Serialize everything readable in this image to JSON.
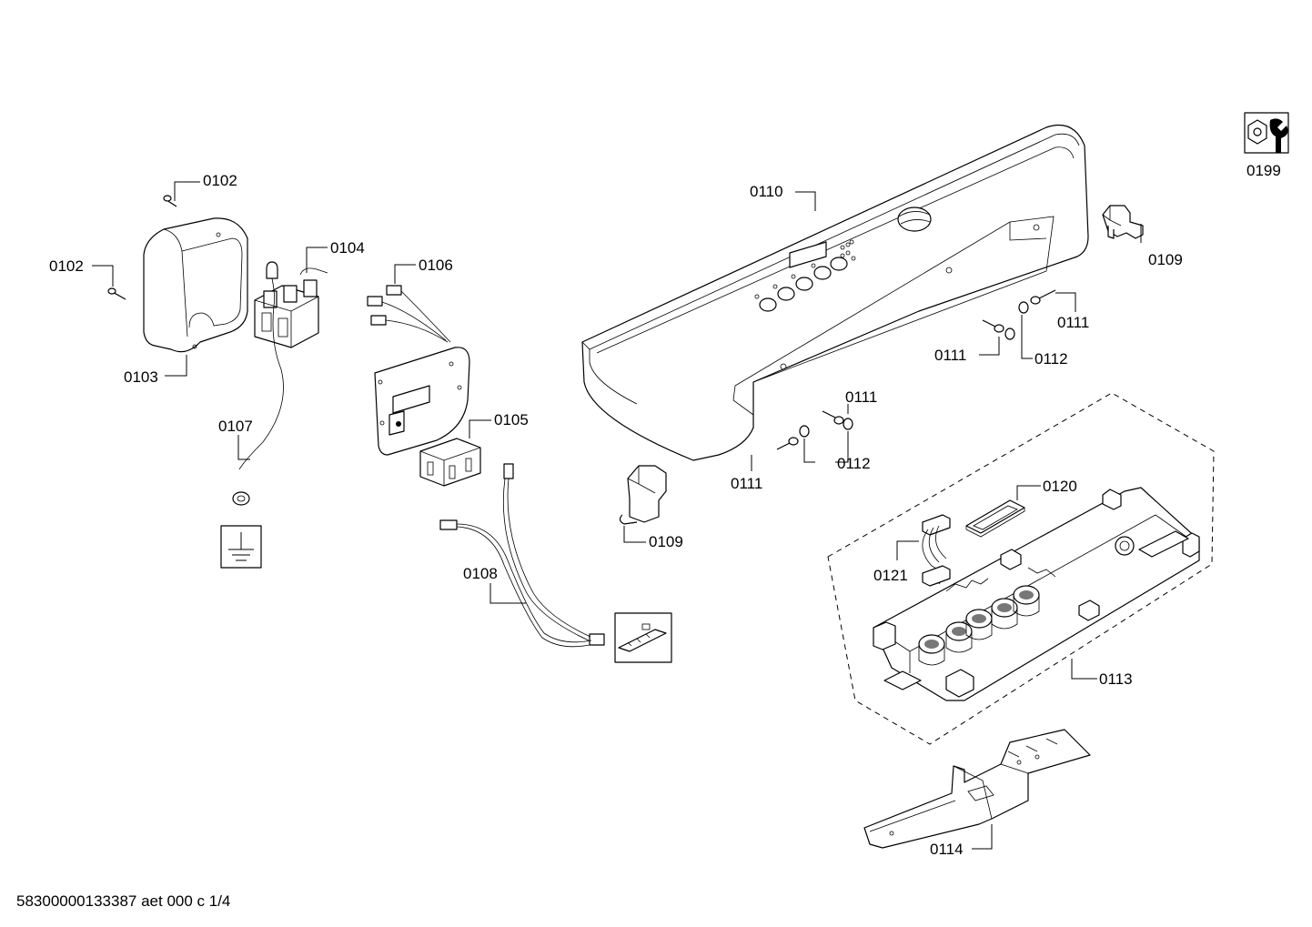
{
  "footer": {
    "document_id": "58300000133387 aet 000 c 1/4"
  },
  "labels": {
    "l0102a": "0102",
    "l0102b": "0102",
    "l0103": "0103",
    "l0104": "0104",
    "l0106": "0106",
    "l0107": "0107",
    "l0105": "0105",
    "l0108": "0108",
    "l0109a": "0109",
    "l0109b": "0109",
    "l0110": "0110",
    "l0111a": "0111",
    "l0111b": "0111",
    "l0111c": "0111",
    "l0111d": "0111",
    "l0112a": "0112",
    "l0112b": "0112",
    "l0113": "0113",
    "l0114": "0114",
    "l0120": "0120",
    "l0121": "0121",
    "l0199": "0199"
  },
  "icons": [
    "tool-kit-icon",
    "ground-symbol-icon",
    "connector-inset-icon"
  ]
}
